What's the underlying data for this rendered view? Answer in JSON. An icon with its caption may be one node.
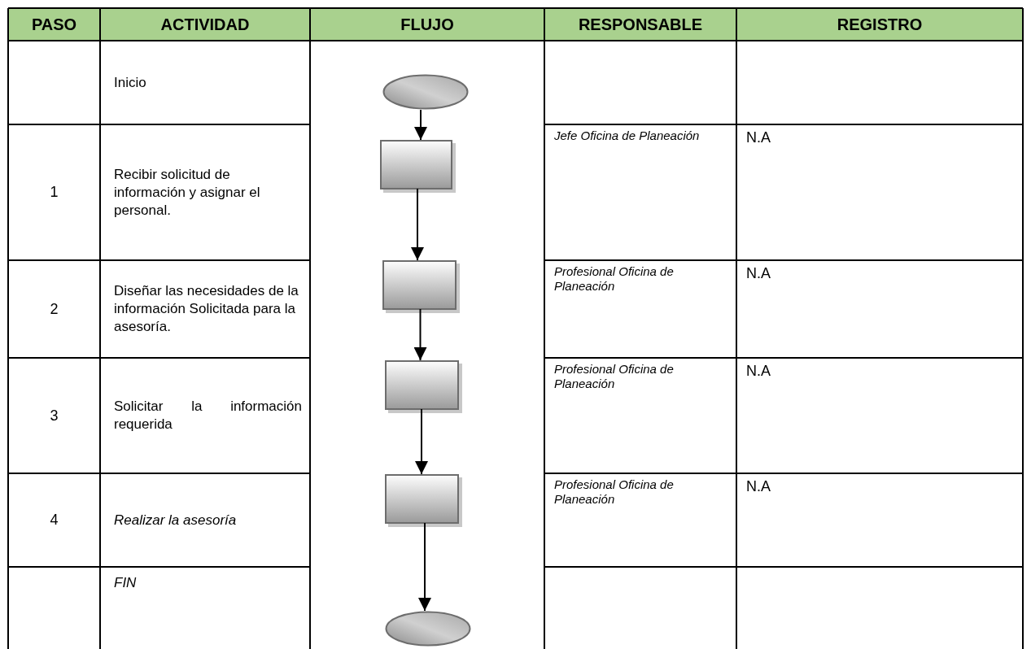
{
  "diagram": {
    "nodes": [
      {
        "text": [],
        "shape": "ellipse"
      },
      {
        "text": [],
        "shape": "box"
      },
      {
        "text": [],
        "shape": "box"
      },
      {
        "text": [],
        "shape": "box"
      },
      {
        "text": [],
        "shape": "box"
      },
      {
        "text": [],
        "shape": "ellipse"
      }
    ],
    "edges": [
      {
        "from": 0,
        "to": 1,
        "arrow": "to"
      },
      {
        "from": 1,
        "to": 2,
        "arrow": "to"
      },
      {
        "from": 2,
        "to": 3,
        "arrow": "to"
      },
      {
        "from": 3,
        "to": 4,
        "arrow": "to"
      },
      {
        "from": 4,
        "to": 5,
        "arrow": "to"
      }
    ],
    "labels": [
      "PASO",
      "ACTIVIDAD",
      "FLUJO",
      "RESPONSABLE",
      "REGISTRO",
      "Inicio",
      "1",
      "Recibir solicitud de información y asignar el personal.",
      "Jefe Oficina de Planeación",
      "N.A",
      "2",
      "Diseñar las necesidades de la información Solicitada para la asesoría.",
      "Profesional Oficina de Planeación",
      "N.A",
      "3",
      "Solicitar la información requerida",
      "Profesional Oficina de Planeación",
      "N.A",
      "4",
      "Realizar la asesoría",
      "Profesional Oficina de Planeación",
      "N.A",
      "FIN"
    ]
  }
}
